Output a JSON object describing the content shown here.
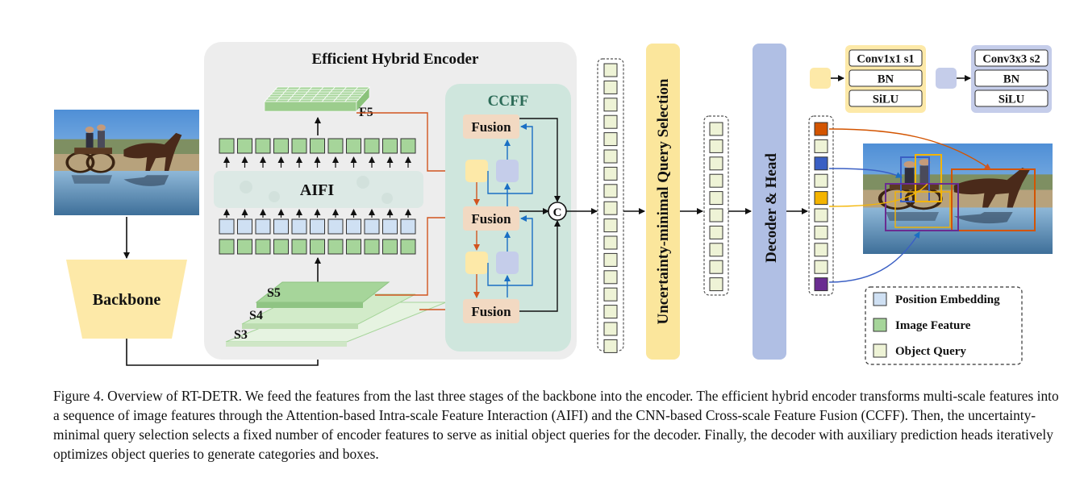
{
  "encoder": {
    "title": "Efficient Hybrid Encoder",
    "aifi": "AIFI",
    "f5": "F5"
  },
  "ccff": {
    "title": "CCFF",
    "fusion": "Fusion",
    "concat": "C"
  },
  "backbone": {
    "label": "Backbone",
    "stages": [
      "S5",
      "S4",
      "S3"
    ]
  },
  "selection": {
    "label": "Uncertainty-minimal Query Selection"
  },
  "decoder": {
    "label": "Decoder & Head"
  },
  "conv_blocks": [
    {
      "lines": [
        "Conv1x1 s1",
        "BN",
        "SiLU"
      ],
      "color": "#fde9a8"
    },
    {
      "lines": [
        "Conv3x3 s2",
        "BN",
        "SiLU"
      ],
      "color": "#c5cdea"
    }
  ],
  "legend": [
    "Position Embedding",
    "Image Feature",
    "Object Query"
  ],
  "colors": {
    "image_feature": "#a6d59a",
    "position_embedding": "#cfe0f3",
    "object_query": "#eef3d6",
    "encoder_bg": "#ededed",
    "ccff_bg": "#cfe6dd",
    "fusion": "#f2d9c2",
    "selection": "#fbe69c",
    "decoder": "#b0bfe4",
    "backbone": "#fde9a8",
    "query_orange": "#d35400",
    "query_blue": "#3a5fc4",
    "query_yellow": "#f4b400",
    "query_purple": "#6a2c91",
    "arrow_red": "#d2541f",
    "arrow_blue": "#1a6fc4"
  },
  "caption": "Figure 4. Overview of RT-DETR. We feed the features from the last three stages of the backbone into the encoder. The efficient hybrid encoder transforms multi-scale features into a sequence of image features through the Attention-based Intra-scale Feature Interaction (AIFI) and the CNN-based Cross-scale Feature Fusion (CCFF). Then, the uncertainty-minimal query selection selects a fixed number of encoder features to serve as initial object queries for the decoder. Finally, the decoder with auxiliary prediction heads iteratively optimizes object queries to generate categories and boxes."
}
